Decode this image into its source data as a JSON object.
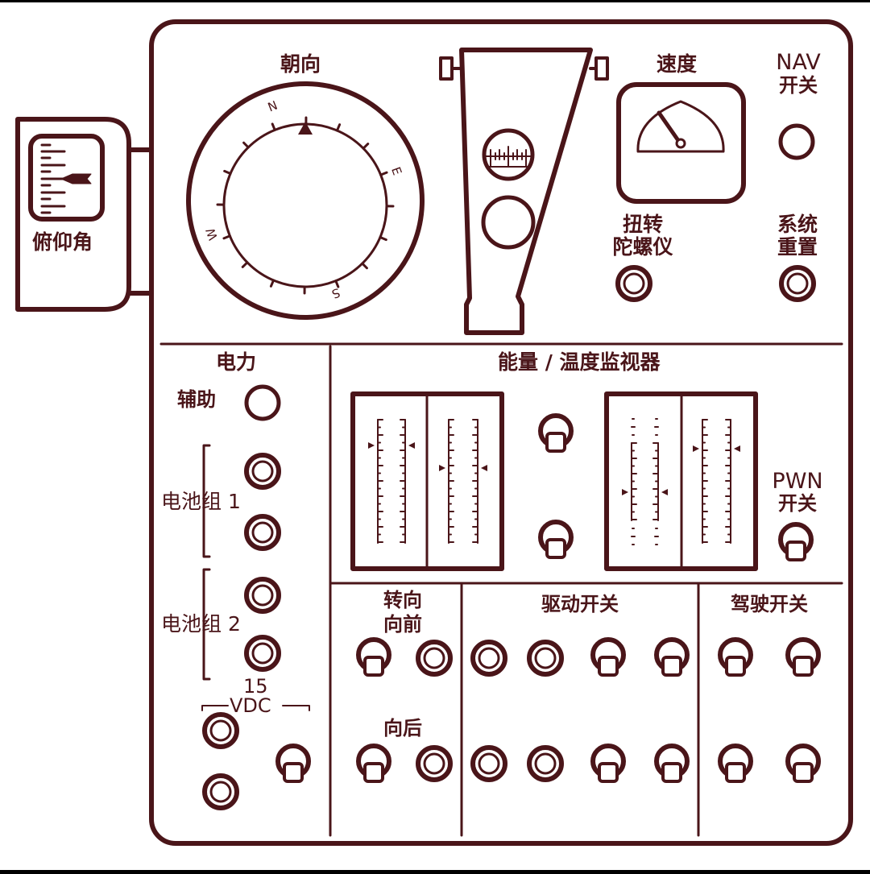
{
  "colors": {
    "ink": "#4a1519",
    "background": "#ffffff",
    "frame": "#000000"
  },
  "pitch": {
    "label": "俯仰角",
    "icon": "pitch-indicator-icon"
  },
  "heading": {
    "label": "朝向",
    "compass_letters": [
      "N",
      "E",
      "S",
      "W"
    ],
    "icon": "compass-icon"
  },
  "scope": {
    "icon": "periscope-icon"
  },
  "speed": {
    "label": "速度",
    "icon": "speed-gauge-icon"
  },
  "nav": {
    "label_line1": "NAV",
    "label_line2": "开关"
  },
  "gyro": {
    "label_line1": "扭转",
    "label_line2": "陀螺仪"
  },
  "reset": {
    "label_line1": "系统",
    "label_line2": "重置"
  },
  "power": {
    "title": "电力",
    "aux_label": "辅助",
    "battery1_label": "电池组 1",
    "battery2_label": "电池组 2",
    "vdc_number": "15",
    "vdc_label": "VDC"
  },
  "monitor": {
    "title": "能量 / 温度监视器"
  },
  "pwn": {
    "label_line1": "PWN",
    "label_line2": "开关"
  },
  "steering": {
    "title_line1": "转向",
    "title_line2": "向前",
    "back_label": "向后"
  },
  "drive": {
    "title": "驱动开关"
  },
  "pilot": {
    "title": "驾驶开关"
  }
}
